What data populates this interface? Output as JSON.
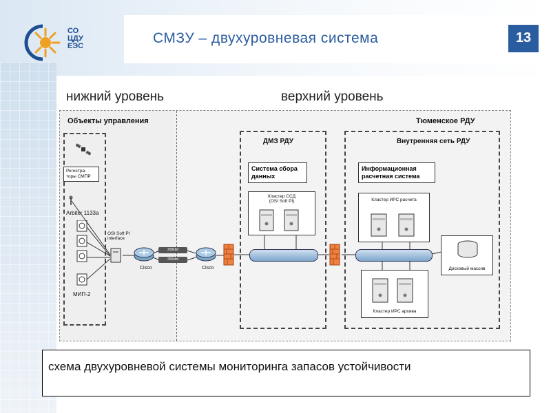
{
  "slide": {
    "title": "СМЗУ – двухуровневая система",
    "page_number": "13",
    "logo_text": "СО\nЦДУ\nЕЭС"
  },
  "levels": {
    "lower": "нижний уровень",
    "upper": "верхний уровень"
  },
  "diagram": {
    "objects_title": "Объекты управления",
    "rdu_title": "Тюменское РДУ",
    "dmz_title": "ДМЗ РДУ",
    "internal_title": "Внутренняя сеть РДУ",
    "registrars": "Регистра-\nторы СМПР",
    "arbiter": "Arbiter 1133a",
    "mip": "МИП-2",
    "osi_interface": "OSI Soft PI\ninterface",
    "cisco_left": "Cisco",
    "cisco_right": "Cisco",
    "link_1": "256kbit",
    "link_2": "256kbit",
    "collect_system": "Система сбора\nданных",
    "ssd_cluster": "Кластер ССД\n(OSI Soft PI)",
    "irs_system": "Информационная\nрасчетная система",
    "irs_calc_cluster": "Кластер ИРС расчета",
    "disk_array": "Дисковый массив",
    "irs_archive_cluster": "Кластер ИРС архива"
  },
  "caption": "схема двухуровневой системы мониторинга запасов устойчивости",
  "colors": {
    "title": "#2a5d9f",
    "logo_orange": "#f0a020",
    "logo_blue": "#1d4f91"
  }
}
